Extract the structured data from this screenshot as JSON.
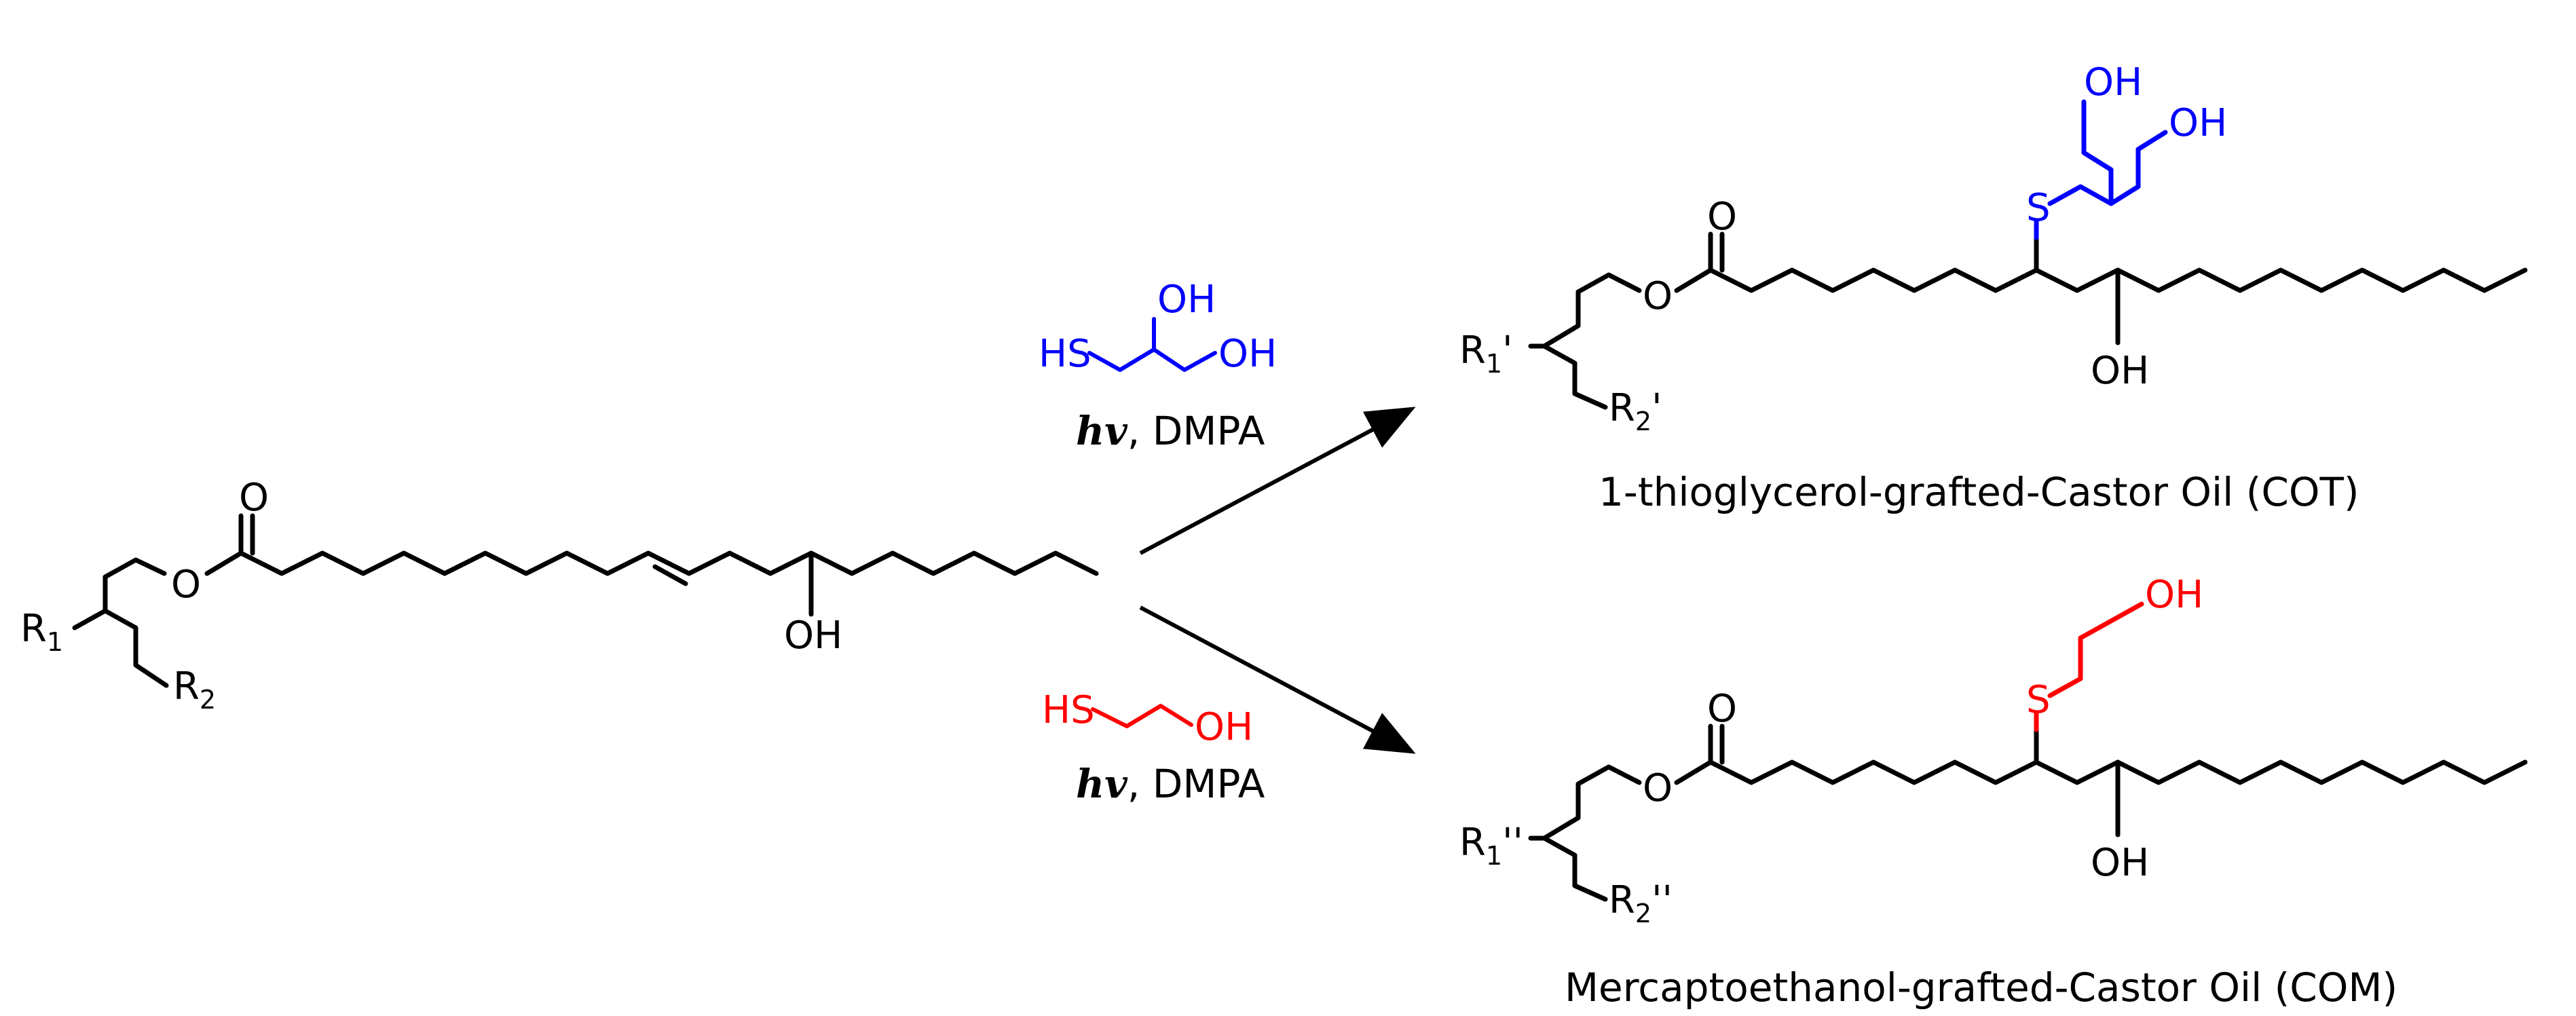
{
  "colors": {
    "main": "#000000",
    "thioglycerol": "#0000ff",
    "mercaptoethanol": "#ff0000"
  },
  "starting_material": {
    "carbonyl_O": "O",
    "ester_O": "O",
    "hydroxyl": "OH",
    "R1": "R",
    "R1_sub": "1",
    "R2": "R",
    "R2_sub": "2"
  },
  "reagent_top": {
    "thiol": "HS",
    "oh_upper": "OH",
    "oh_right": "OH",
    "hv": "hv",
    "catalyst": ", DMPA"
  },
  "reagent_bottom": {
    "thiol": "HS",
    "oh": "OH",
    "hv": "hv",
    "catalyst": ", DMPA"
  },
  "product_top": {
    "carbonyl_O": "O",
    "ester_O": "O",
    "sulfur": "S",
    "oh_upper": "OH",
    "oh_side": "OH",
    "hydroxyl": "OH",
    "R1": "R",
    "R1_sub": "1",
    "R1_mark": "'",
    "R2": "R",
    "R2_sub": "2",
    "R2_mark": "'",
    "caption": "1-thioglycerol-grafted-Castor Oil (COT)"
  },
  "product_bottom": {
    "carbonyl_O": "O",
    "ester_O": "O",
    "sulfur": "S",
    "oh_end": "OH",
    "hydroxyl": "OH",
    "R1": "R",
    "R1_sub": "1",
    "R1_mark": "''",
    "R2": "R",
    "R2_sub": "2",
    "R2_mark": "''",
    "caption": "Mercaptoethanol-grafted-Castor Oil (COM)"
  }
}
